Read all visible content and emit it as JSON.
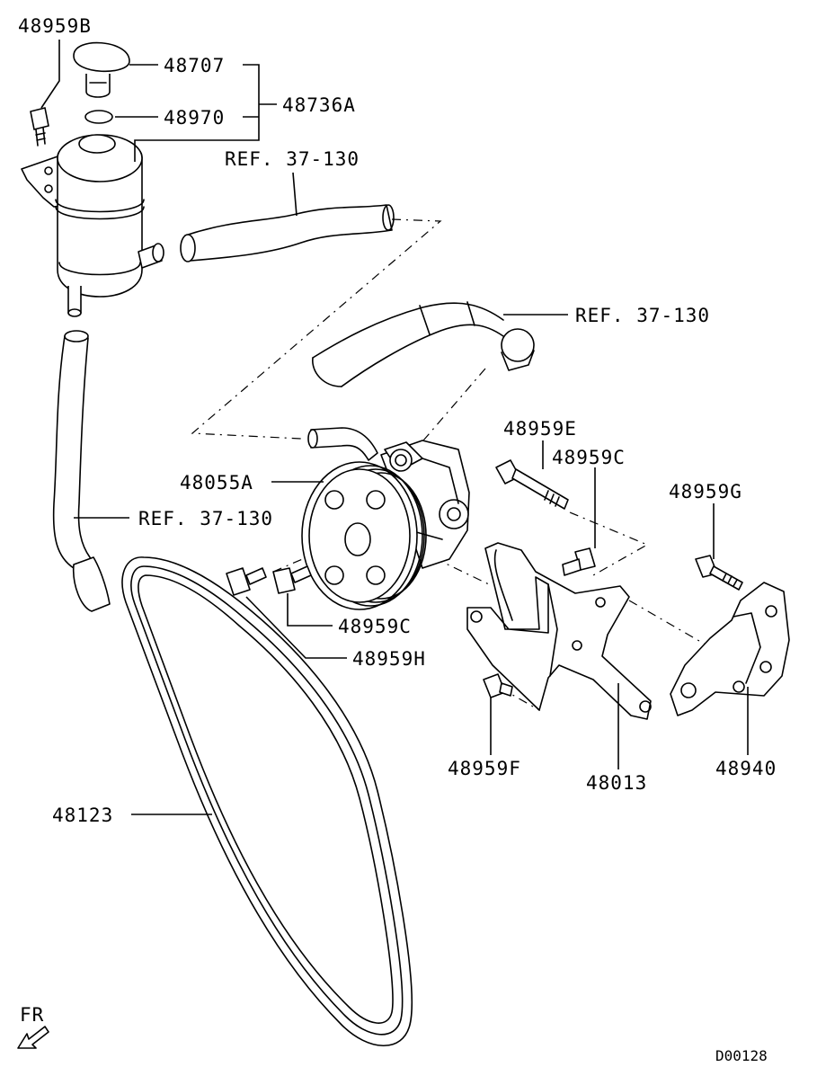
{
  "labels": {
    "p48959B": "48959B",
    "p48707": "48707",
    "p48970": "48970",
    "p48736A": "48736A",
    "ref_top": "REF. 37-130",
    "ref_mid": "REF. 37-130",
    "ref_left": "REF. 37-130",
    "p48055A": "48055A",
    "p48959E": "48959E",
    "p48959C_top": "48959C",
    "p48959G": "48959G",
    "p48959C_bot": "48959C",
    "p48959H": "48959H",
    "p48959F": "48959F",
    "p48013": "48013",
    "p48940": "48940",
    "p48123": "48123",
    "fr": "FR",
    "diagram_code": "D00128"
  }
}
